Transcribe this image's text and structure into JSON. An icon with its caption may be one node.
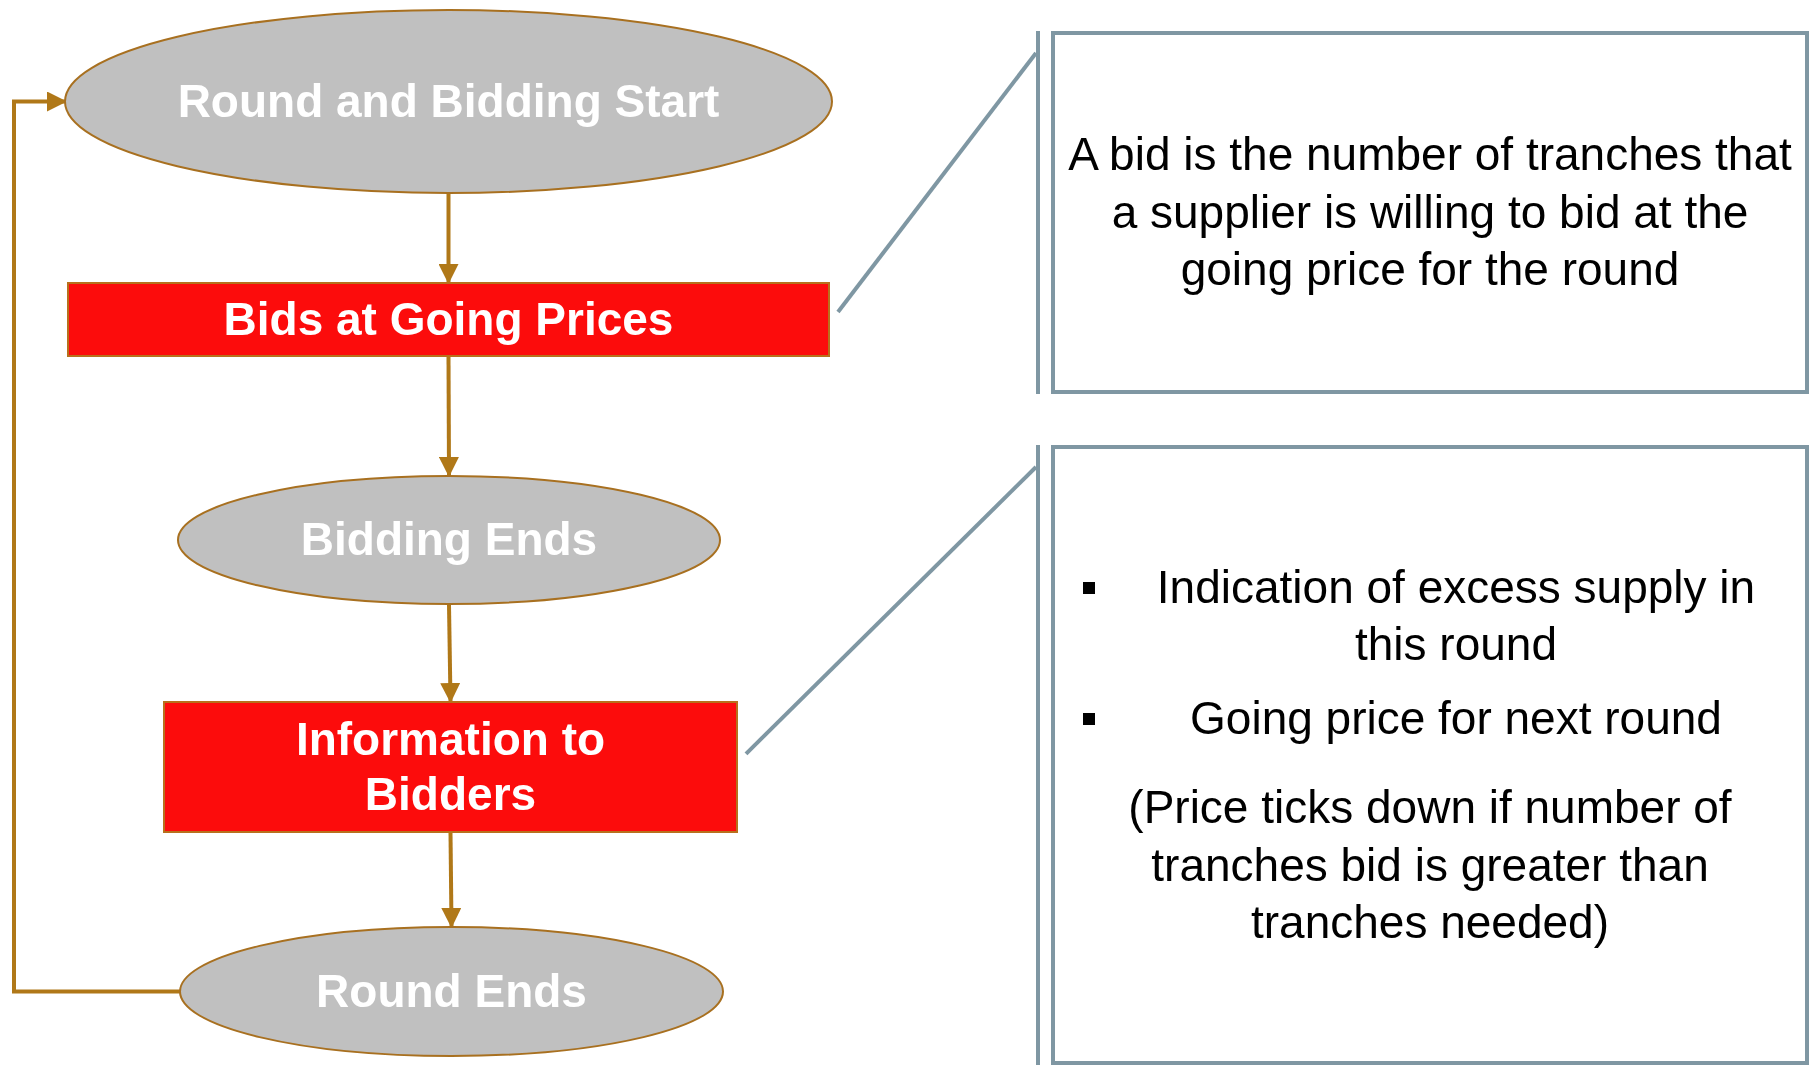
{
  "diagram": {
    "nodes": [
      {
        "text": [
          "Round and Bidding Start"
        ]
      },
      {
        "text": [
          "Bids at Going Prices"
        ]
      },
      {
        "text": [
          "Bidding Ends"
        ]
      },
      {
        "text": [
          "Information to Bidders"
        ]
      },
      {
        "text": [
          "Round Ends"
        ]
      },
      {
        "text": [
          "A bid is the number of tranches that a supplier is willing to bid at the going price for the round"
        ]
      },
      {
        "text": [
          "Indication of excess supply in this round",
          "Going price for next round",
          "(Price ticks down if number of tranches bid is greater than tranches needed)"
        ]
      }
    ],
    "edges": [
      {
        "from": 0,
        "to": 1,
        "arrow": "to"
      },
      {
        "from": 1,
        "to": 2,
        "arrow": "to"
      },
      {
        "from": 2,
        "to": 3,
        "arrow": "to"
      },
      {
        "from": 3,
        "to": 4,
        "arrow": "to"
      },
      {
        "from": 4,
        "to": 0,
        "arrow": "to"
      },
      {
        "from": 1,
        "to": 5,
        "arrow": "none",
        "color": "#7f97a3"
      },
      {
        "from": 3,
        "to": 6,
        "arrow": "none",
        "color": "#7f97a3"
      }
    ]
  }
}
